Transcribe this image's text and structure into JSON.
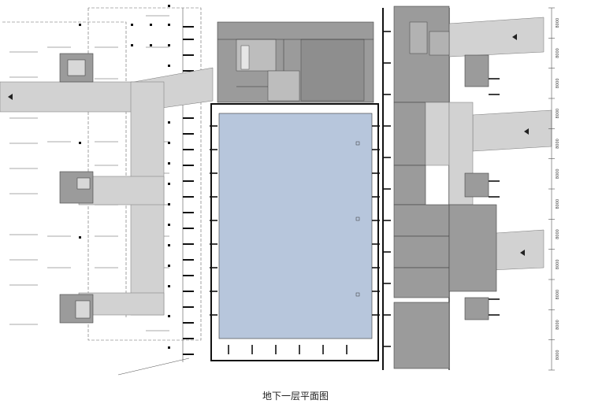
{
  "caption": "地下一层平面图",
  "dimensions": [
    "8000",
    "8000",
    "8000",
    "8000",
    "8000",
    "8000",
    "8000",
    "8000",
    "8000",
    "8000",
    "8000",
    "8000"
  ],
  "colors": {
    "pool_water": "#b7c6dc",
    "room_fill": "#9b9b9b",
    "corridor_fill": "#d2d2d2",
    "wall": "#111111",
    "line": "#555555"
  },
  "icons": {
    "direction_arrow": "left-triangle-arrow",
    "stair": "stair-hatch"
  }
}
